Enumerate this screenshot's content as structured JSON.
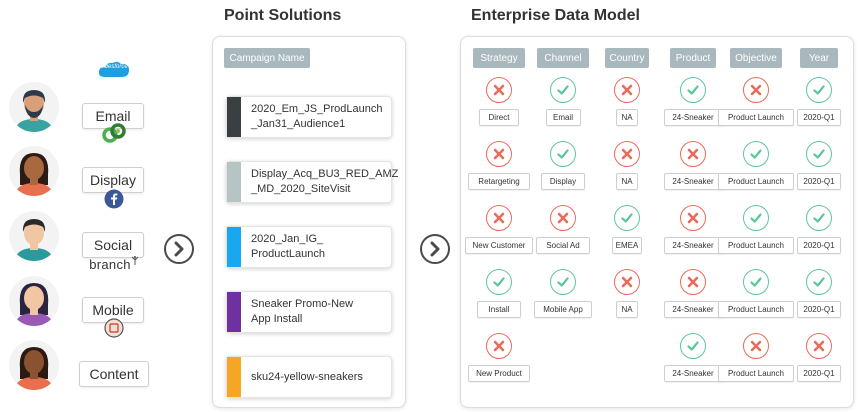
{
  "channels": [
    {
      "label": "Email",
      "logo_text": "salesforce",
      "logo_icon": "salesforce-cloud-icon",
      "avatar_skin": "#d8a07a",
      "avatar_hair": "#2e3a4a",
      "avatar_shirt": "#3aa3a1"
    },
    {
      "label": "Display",
      "logo_icon": "display-rings-icon",
      "avatar_skin": "#a8693e",
      "avatar_hair": "#2b1d16",
      "avatar_shirt": "#e8704e"
    },
    {
      "label": "Social",
      "logo_icon": "facebook-icon",
      "avatar_skin": "#f1c6a3",
      "avatar_hair": "#2a2a2a",
      "avatar_shirt": "#2a9a9c"
    },
    {
      "label": "Mobile",
      "logo_text": "branch",
      "logo_icon": "branch-logo-icon",
      "avatar_skin": "#f1c6a3",
      "avatar_hair": "#2a2440",
      "avatar_shirt": "#9b59b6"
    },
    {
      "label": "Content",
      "logo_icon": "content-logo-icon",
      "avatar_skin": "#8a5230",
      "avatar_hair": "#2a1a12",
      "avatar_shirt": "#e8704e"
    }
  ],
  "point_solutions": {
    "title": "Point Solutions",
    "header": "Campaign Name",
    "campaigns": [
      {
        "name": "2020_Em_JS_ProdLaunch\n_Jan31_Audience1",
        "color": "#3a3f42"
      },
      {
        "name": "Display_Acq_BU3_RED_AMZ\n_MD_2020_SiteVisit",
        "color": "#b7c4c4"
      },
      {
        "name": "2020_Jan_IG_\nProductLaunch",
        "color": "#19a8f0"
      },
      {
        "name": "Sneaker Promo-New\nApp Install",
        "color": "#7031a0"
      },
      {
        "name": "sku24-yellow-sneakers",
        "color": "#f5a623"
      }
    ]
  },
  "enterprise": {
    "title": "Enterprise Data Model",
    "columns": [
      "Strategy",
      "Channel",
      "Country",
      "Product",
      "Objective",
      "Year"
    ],
    "rows": [
      [
        {
          "s": "bad",
          "v": "Direct"
        },
        {
          "s": "ok",
          "v": "Email"
        },
        {
          "s": "bad",
          "v": "NA"
        },
        {
          "s": "ok",
          "v": "24-Sneaker"
        },
        {
          "s": "bad",
          "v": "Product Launch"
        },
        {
          "s": "ok",
          "v": "2020-Q1"
        }
      ],
      [
        {
          "s": "bad",
          "v": "Retargeting"
        },
        {
          "s": "ok",
          "v": "Display"
        },
        {
          "s": "bad",
          "v": "NA"
        },
        {
          "s": "bad",
          "v": "24-Sneaker"
        },
        {
          "s": "ok",
          "v": "Product Launch"
        },
        {
          "s": "ok",
          "v": "2020-Q1"
        }
      ],
      [
        {
          "s": "bad",
          "v": "New Customer"
        },
        {
          "s": "bad",
          "v": "Social Ad"
        },
        {
          "s": "ok",
          "v": "EMEA"
        },
        {
          "s": "bad",
          "v": "24-Sneaker"
        },
        {
          "s": "ok",
          "v": "Product Launch"
        },
        {
          "s": "ok",
          "v": "2020-Q1"
        }
      ],
      [
        {
          "s": "ok",
          "v": "Install"
        },
        {
          "s": "ok",
          "v": "Mobile App"
        },
        {
          "s": "bad",
          "v": "NA"
        },
        {
          "s": "bad",
          "v": "24-Sneaker"
        },
        {
          "s": "ok",
          "v": "Product Launch"
        },
        {
          "s": "ok",
          "v": "2020-Q1"
        }
      ],
      [
        {
          "s": "bad",
          "v": "New Product"
        },
        null,
        null,
        {
          "s": "ok",
          "v": "24-Sneaker"
        },
        {
          "s": "bad",
          "v": "Product Launch"
        },
        {
          "s": "bad",
          "v": "2020-Q1"
        }
      ]
    ]
  },
  "colors": {
    "ok": "#5ec79a",
    "bad": "#ea6b5a",
    "header_chip": "#a8b8bc"
  }
}
